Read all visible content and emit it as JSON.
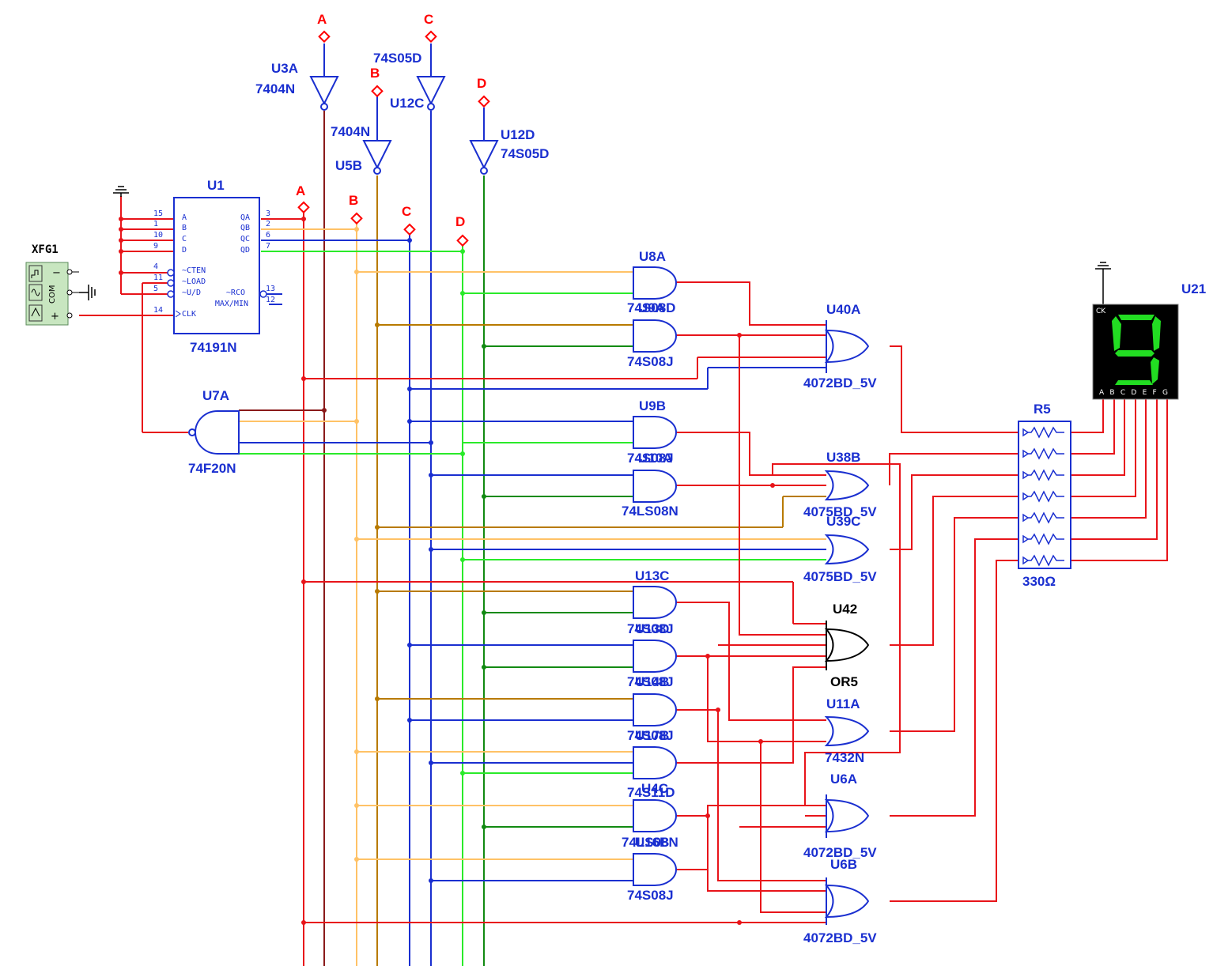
{
  "colors": {
    "red": "#e8141a",
    "dred": "#8a1a1a",
    "orange": "#ffc266",
    "brown": "#b87a00",
    "blue": "#1a2fd0",
    "green": "#2aea2a",
    "dgreen": "#128a12",
    "probe": "#ff0000",
    "seg": "#22dd22"
  },
  "labels": {
    "u3a": "U3A",
    "u3a_t": "7404N",
    "u12c_t": "74S05D",
    "u12c": "U12C",
    "u5b_t": "7404N",
    "u5b": "U5B",
    "u12d": "U12D",
    "u12d_t": "74S05D",
    "u1": "U1",
    "u1_t": "74191N",
    "xfg1": "XFG1",
    "u7a": "U7A",
    "u7a_t": "74F20N",
    "u8a": "U8A",
    "u8a_t": "74S08D",
    "u8a_t2": "U9A",
    "u9a_t": "74S08J",
    "u9b": "U9B",
    "u9b_t": "74S08J",
    "u9b_t2": "U10A",
    "u10a_t": "74LS08N",
    "u40a": "U40A",
    "u40a_t": "4072BD_5V",
    "u38b": "U38B",
    "u38b_t": "4075BD_5V",
    "u39c": "U39C",
    "u39c_t": "4075BD_5V",
    "u13c": "U13C",
    "u13c_t": "74S08J",
    "u13c_t2": "U13D",
    "u14_t": "74S08J",
    "u14_t2": "U14B",
    "u15_t": "74S08J",
    "u15_t2": "U17B",
    "u17_t": "74S11D",
    "u17_t2": "U4C",
    "u4c_t": "74LS08N",
    "u4c_t2": "U16B",
    "u16_t": "74S08J",
    "u42": "U42",
    "or5": "OR5",
    "u11a": "U11A",
    "u11a_t": "7432N",
    "u6a": "U6A",
    "u6a_t": "4072BD_5V",
    "u6b": "U6B",
    "u6b_t": "4072BD_5V",
    "r5": "R5",
    "r5_t": "330Ω",
    "u21": "U21",
    "ck": "CK",
    "seg_pins": "A B C D E F G"
  },
  "probes": {
    "top_a": "A",
    "top_b": "B",
    "top_c": "C",
    "top_d": "D",
    "mid_a": "A",
    "mid_b": "B",
    "mid_c": "C",
    "mid_d": "D"
  },
  "u1_pins": {
    "left_nums": [
      "15",
      "1",
      "10",
      "9",
      "4",
      "11",
      "5",
      "14"
    ],
    "left_names": [
      "A",
      "B",
      "C",
      "D",
      "~CTEN",
      "~LOAD",
      "~U/D",
      "CLK"
    ],
    "right_nums": [
      "3",
      "2",
      "6",
      "7",
      "13",
      "12"
    ],
    "right_names": [
      "QA",
      "QB",
      "QC",
      "QD",
      "~RCO",
      "MAX/MIN"
    ]
  },
  "xfg_terms": {
    "minus": "−",
    "com": "COM",
    "plus": "+"
  },
  "display": {
    "digit": "9"
  }
}
